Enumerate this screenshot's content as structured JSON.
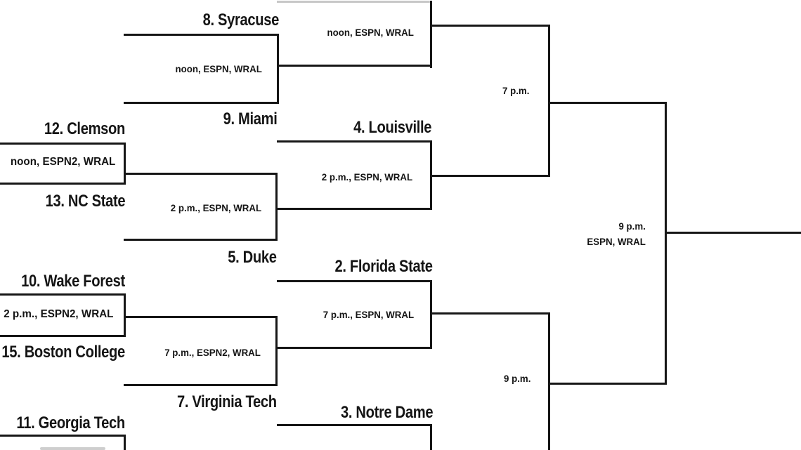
{
  "colors": {
    "background": "#ffffff",
    "line": "#161616",
    "text": "#151515"
  },
  "bracket": {
    "first_round": [
      {
        "top_team": "12. Clemson",
        "bottom_team": "13. NC State",
        "broadcast": "noon, ESPN2, WRAL"
      },
      {
        "top_team": "10. Wake Forest",
        "bottom_team": "15. Boston College",
        "broadcast": "2 p.m., ESPN2, WRAL"
      },
      {
        "top_team": "11. Georgia Tech"
      }
    ],
    "second_round": [
      {
        "top_team": "8. Syracuse",
        "bottom_team": "9. Miami",
        "broadcast": "noon, ESPN, WRAL"
      },
      {
        "bottom_team": "5. Duke",
        "broadcast": "2 p.m., ESPN, WRAL"
      },
      {
        "bottom_team": "7. Virginia Tech",
        "broadcast": "7 p.m., ESPN2, WRAL"
      }
    ],
    "quarterfinals": [
      {
        "broadcast": "noon, ESPN, WRAL"
      },
      {
        "top_team": "4. Louisville",
        "broadcast": "2 p.m., ESPN, WRAL"
      },
      {
        "top_team": "2. Florida State",
        "broadcast": "7 p.m., ESPN, WRAL"
      },
      {
        "top_team": "3. Notre Dame"
      }
    ],
    "semifinals": [
      {
        "broadcast": "7 p.m."
      },
      {
        "broadcast": "9 p.m."
      }
    ],
    "final": {
      "broadcast_time": "9 p.m.",
      "broadcast_network": "ESPN, WRAL"
    }
  }
}
